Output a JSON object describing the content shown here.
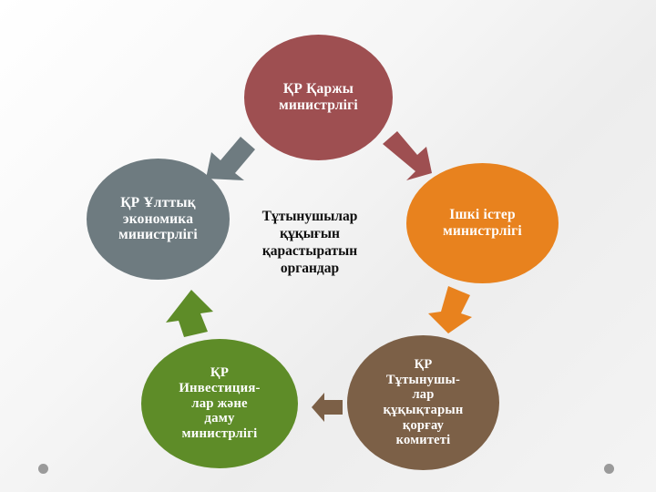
{
  "slide": {
    "title": "Тұтынушылар құқығын қарастыратын органдар",
    "background_color": "#f2f2f2"
  },
  "center": {
    "caption": "Тұтынушылар\nқұқығын\nқарастыратын\nоргандар",
    "text_color": "#0d0d0d"
  },
  "nodes": [
    {
      "id": "finance",
      "label": "ҚР Қаржы\nминистрлігі",
      "color": "#9E4F51",
      "text_color": "#ffffff",
      "position": "top"
    },
    {
      "id": "internal",
      "label": "Ішкі істер\nминистрлігі",
      "color": "#E8821E",
      "text_color": "#ffffff",
      "position": "right"
    },
    {
      "id": "consumer",
      "label": "ҚР\nТұтынушы-\nлар\nқұқықтарын\nқорғау\nкомитеті",
      "color": "#7C6047",
      "text_color": "#ffffff",
      "position": "bottom-right"
    },
    {
      "id": "investment",
      "label": "ҚР\nИнвестиция-\nлар және\nдаму\nминистрлігі",
      "color": "#5E8C28",
      "text_color": "#ffffff",
      "position": "bottom-left"
    },
    {
      "id": "economy",
      "label": "ҚР Ұлттық\nэкономика\nминистрлігі",
      "color": "#6E7B80",
      "text_color": "#ffffff",
      "position": "left"
    }
  ],
  "arrows": [
    {
      "id": "economy-to-finance",
      "color": "#6E7B80",
      "direction": "up-right"
    },
    {
      "id": "finance-to-internal",
      "color": "#9E4F51",
      "direction": "down-right"
    },
    {
      "id": "internal-to-consumer",
      "color": "#E8821E",
      "direction": "down"
    },
    {
      "id": "consumer-to-investment",
      "color": "#7C6047",
      "direction": "left"
    },
    {
      "id": "investment-to-economy",
      "color": "#5E8C28",
      "direction": "up"
    }
  ],
  "decorations": [
    {
      "id": "dot-left",
      "color": "#8a8a8a"
    },
    {
      "id": "dot-right",
      "color": "#8a8a8a"
    }
  ]
}
